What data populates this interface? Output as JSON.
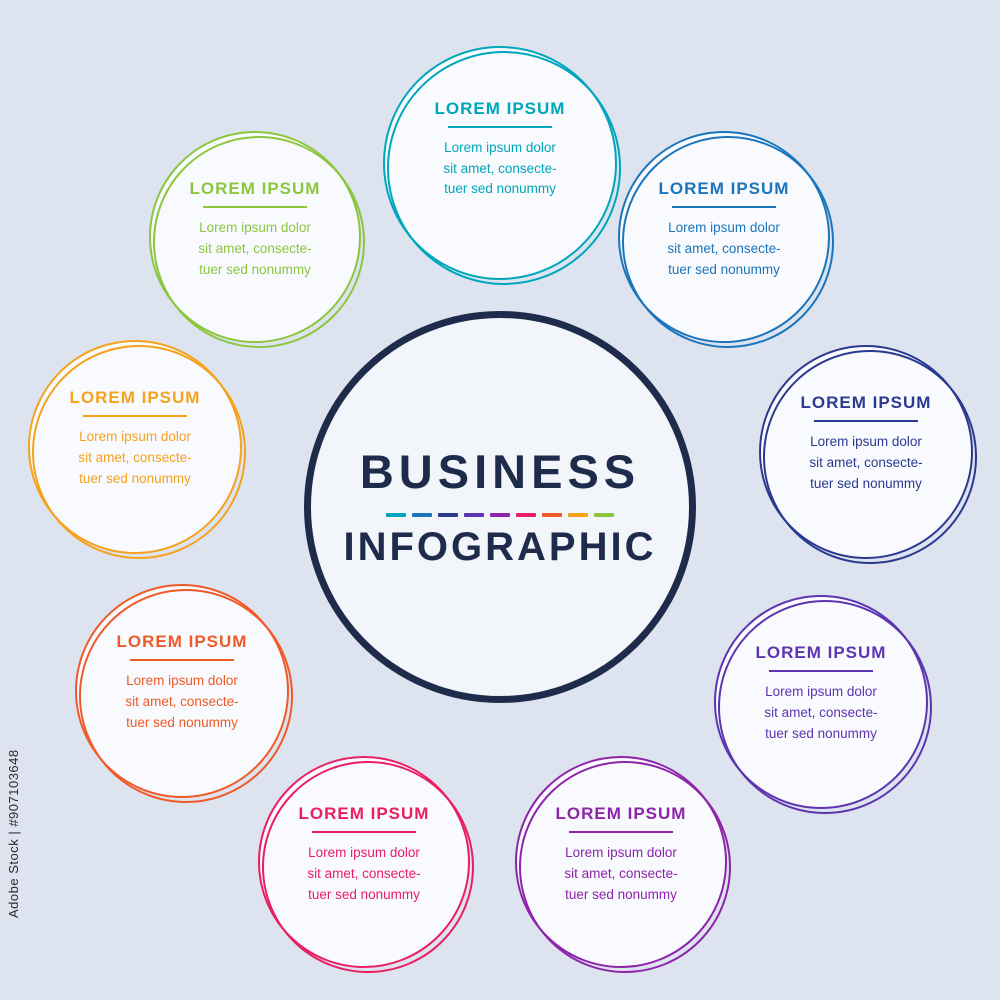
{
  "background": "#dde4ef",
  "watermark": {
    "text": "Adobe Stock | #907103648"
  },
  "center": {
    "title_line1": "BUSINESS",
    "title_line2": "INFOGRAPHIC",
    "color": "#1e2b4a",
    "dash_colors": [
      "#00a6bb",
      "#1b75bc",
      "#2b3990",
      "#5e35b1",
      "#8e24aa",
      "#e91e63",
      "#f05a28",
      "#f5a21d",
      "#8cc63f"
    ]
  },
  "circles": [
    {
      "title": "LOREM IPSUM",
      "body": "Lorem ipsum dolor\nsit amet, consecte-\ntuer sed nonummy",
      "color": "#00a6bb"
    },
    {
      "title": "LOREM IPSUM",
      "body": "Lorem ipsum dolor\nsit amet, consecte-\ntuer sed nonummy",
      "color": "#1b75bc"
    },
    {
      "title": "LOREM IPSUM",
      "body": "Lorem ipsum dolor\nsit amet, consecte-\ntuer sed nonummy",
      "color": "#2b3990"
    },
    {
      "title": "LOREM IPSUM",
      "body": "Lorem ipsum dolor\nsit amet, consecte-\ntuer sed nonummy",
      "color": "#5e35b1"
    },
    {
      "title": "LOREM IPSUM",
      "body": "Lorem ipsum dolor\nsit amet, consecte-\ntuer sed nonummy",
      "color": "#8e24aa"
    },
    {
      "title": "LOREM IPSUM",
      "body": "Lorem ipsum dolor\nsit amet, consecte-\ntuer sed nonummy",
      "color": "#e91e63"
    },
    {
      "title": "LOREM IPSUM",
      "body": "Lorem ipsum dolor\nsit amet, consecte-\ntuer sed nonummy",
      "color": "#f05a28"
    },
    {
      "title": "LOREM IPSUM",
      "body": "Lorem ipsum dolor\nsit amet, consecte-\ntuer sed nonummy",
      "color": "#f5a21d"
    },
    {
      "title": "LOREM IPSUM",
      "body": "Lorem ipsum dolor\nsit amet, consecte-\ntuer sed nonummy",
      "color": "#8cc63f"
    }
  ]
}
